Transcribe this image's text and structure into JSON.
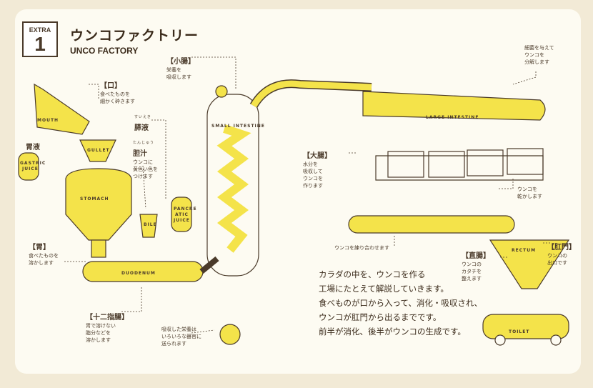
{
  "header": {
    "badge_label": "EXTRA",
    "badge_number": "1",
    "title_jp": "ウンコファクトリー",
    "title_en": "UNCO FACTORY"
  },
  "labels": {
    "mouth": {
      "head": "【口】",
      "text1": "食べたものを",
      "text2": "細かく砕きます"
    },
    "gastric_juice": {
      "head": "胃液"
    },
    "pancreatic_juice": {
      "ruby": "すいえき",
      "head": "膵液"
    },
    "bile": {
      "ruby": "たんじゅう",
      "head": "胆汁",
      "text1": "ウンコに",
      "text2": "黄色い色を",
      "text3": "つけます"
    },
    "small_intestine": {
      "head": "【小腸】",
      "text1": "栄養を",
      "text2": "吸収します"
    },
    "stomach": {
      "head": "【胃】",
      "text1": "食べたものを",
      "text2": "溶かします"
    },
    "duodenum": {
      "head": "【十二指腸】",
      "text1": "胃で溶けない",
      "text2": "脂分などを",
      "text3": "溶かします"
    },
    "absorbed": {
      "text1": "吸収した栄養は",
      "text2": "いろいろな器官に",
      "text3": "送られます"
    },
    "bacteria": {
      "text1": "細菌を与えて",
      "text2": "ウンコを",
      "text3": "分解します"
    },
    "large_intestine": {
      "head": "【大腸】",
      "text1": "水分を",
      "text2": "吸収して",
      "text3": "ウンコを",
      "text4": "作ります"
    },
    "dry": {
      "text1": "ウンコを",
      "text2": "乾かします"
    },
    "knead": {
      "text1": "ウンコを練り合わせます"
    },
    "rectum": {
      "head": "【直腸】",
      "text1": "ウンコの",
      "text2": "カタチを",
      "text3": "整えます"
    },
    "anus": {
      "head": "【肛門】",
      "text1": "ウンコの",
      "text2": "出口です"
    }
  },
  "organ_text": {
    "mouth": "MOUTH",
    "gullet": "GULLET",
    "gastric": "GASTRIC",
    "juice": "JUICE",
    "stomach": "STOMACH",
    "bile": "BILE",
    "pancreatic": "PANCRE",
    "pancreatic2": "ATIC",
    "pancreatic3": "JUICE",
    "duodenum": "DUODENUM",
    "small_intestine": "SMALL INTESTINE",
    "large_intestine": "LARGE INTESTINE",
    "rectum": "RECTUM",
    "toilet": "TOILET"
  },
  "description": {
    "line1": "カラダの中を、ウンコを作る",
    "line2": "工場にたとえて解説していきます。",
    "line3": "食べものが口から入って、消化・吸収され、",
    "line4": "ウンコが肛門から出るまでです。",
    "line5": "前半が消化、後半がウンコの生成です。"
  },
  "colors": {
    "background": "#f2ead6",
    "card": "#fdfbf2",
    "yellow": "#f4e34a",
    "line": "#4a3a2a"
  }
}
